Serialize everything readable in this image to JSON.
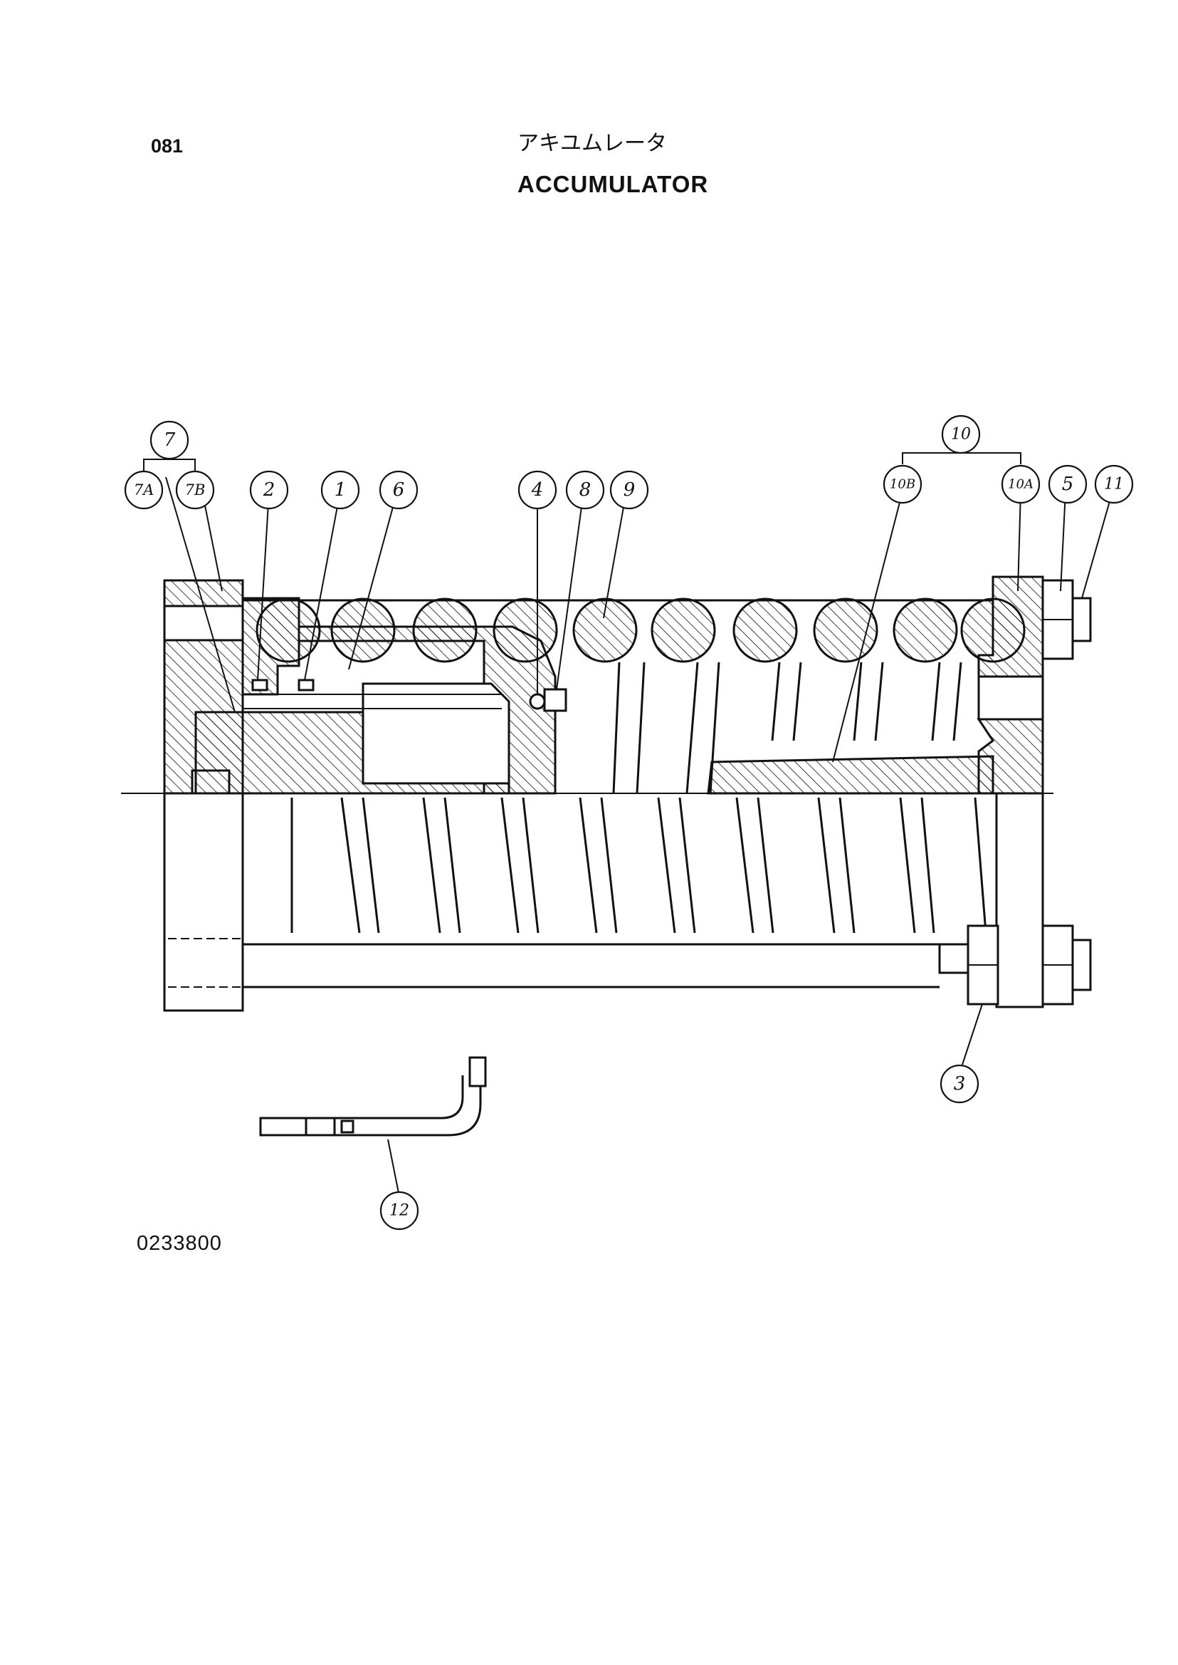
{
  "header": {
    "page_number": "081",
    "title_jp": "アキユムレータ",
    "title_en": "ACCUMULATOR"
  },
  "footer": {
    "drawing_number": "0233800"
  },
  "callouts": {
    "c7": "7",
    "c7A": "7A",
    "c7B": "7B",
    "c2": "2",
    "c1": "1",
    "c6": "6",
    "c4": "4",
    "c8": "8",
    "c9": "9",
    "c10": "10",
    "c10B": "10B",
    "c10A": "10A",
    "c5": "5",
    "c11": "11",
    "c3": "3",
    "c12": "12"
  }
}
